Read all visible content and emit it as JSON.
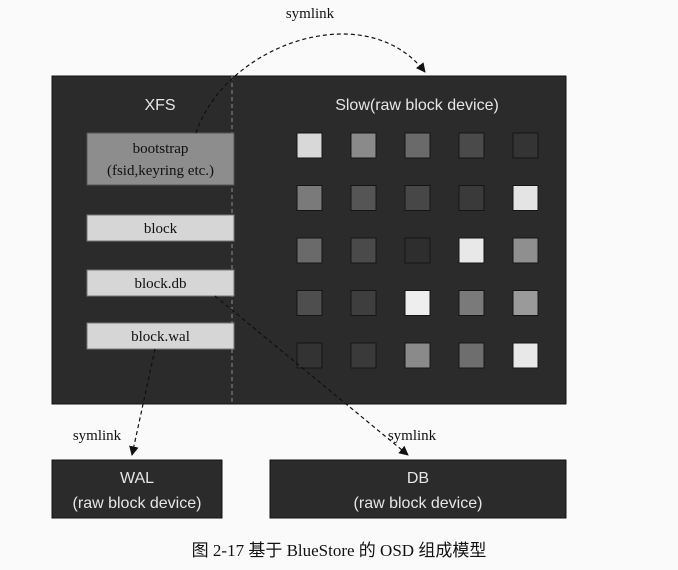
{
  "diagram": {
    "top_symlink_label": "symlink",
    "xfs_label": "XFS",
    "slow_label": "Slow(raw block device)",
    "files": {
      "bootstrap_line1": "bootstrap",
      "bootstrap_line2": "(fsid,keyring etc.)",
      "block": "block",
      "block_db": "block.db",
      "block_wal": "block.wal"
    },
    "wal_symlink_label": "symlink",
    "db_symlink_label": "symlink",
    "wal_device": {
      "title": "WAL",
      "subtitle": "(raw block device)"
    },
    "db_device": {
      "title": "DB",
      "subtitle": "(raw block device)"
    },
    "grid": {
      "rows": 5,
      "cols": 5,
      "shades": [
        [
          "#d8d8d8",
          "#8a8a8a",
          "#6a6a6a",
          "#4a4a4a",
          "#343434"
        ],
        [
          "#7a7a7a",
          "#555555",
          "#474747",
          "#3a3a3a",
          "#e4e4e4"
        ],
        [
          "#6a6a6a",
          "#4a4a4a",
          "#2e2e2e",
          "#e8e8e8",
          "#8f8f8f"
        ],
        [
          "#4e4e4e",
          "#3e3e3e",
          "#eeeeee",
          "#7a7a7a",
          "#9a9a9a"
        ],
        [
          "#333333",
          "#3a3a3a",
          "#8a8a8a",
          "#6e6e6e",
          "#e8e8e8"
        ]
      ]
    },
    "colors": {
      "panel": "#2b2b2b",
      "panel_border": "#111111",
      "divider": "#6d6d6d",
      "bootstrap_box": "#8d8d8d",
      "file_box": "#d6d6d6"
    }
  },
  "caption": "图 2-17   基于 BlueStore 的 OSD 组成模型"
}
